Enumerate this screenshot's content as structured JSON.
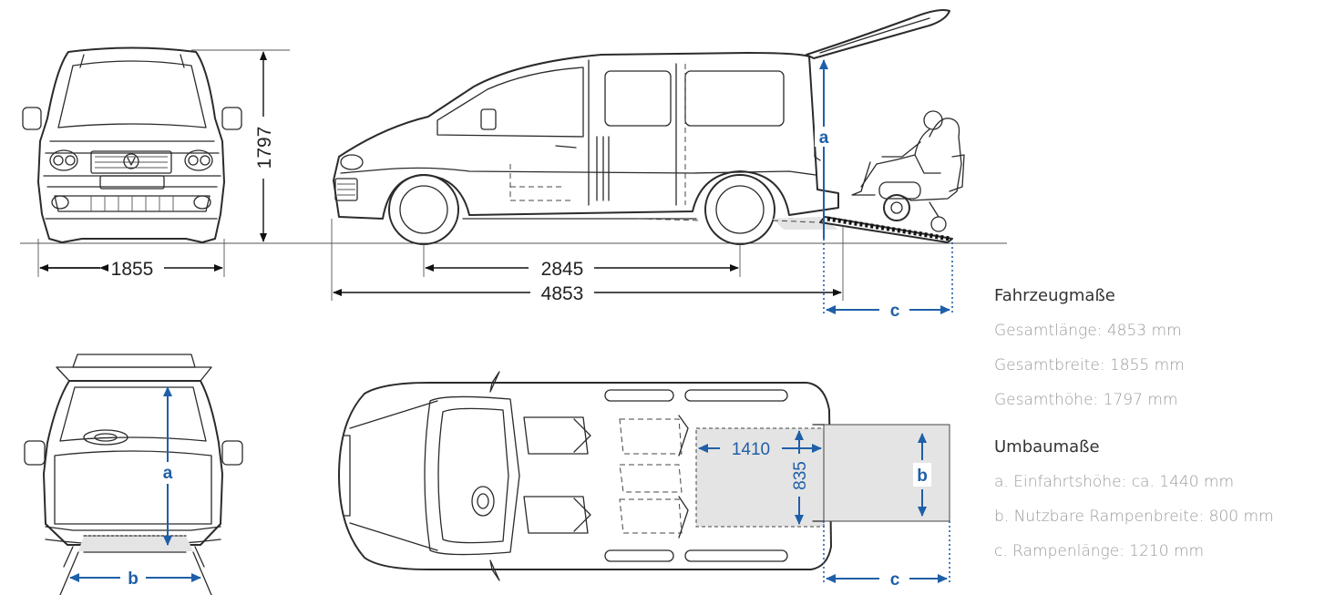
{
  "dimensions": {
    "width_label": "1855",
    "height_label": "1797",
    "wheelbase_label": "2845",
    "length_label": "4853",
    "ramp_inner_length_label": "1410",
    "ramp_inner_width_label": "835"
  },
  "markers": {
    "a": "a",
    "b": "b",
    "c": "c"
  },
  "info": {
    "vehicle_heading": "Fahrzeugmaße",
    "vehicle_items": [
      "Gesamtlänge: 4853 mm",
      "Gesamtbreite: 1855 mm",
      "Gesamthöhe: 1797 mm"
    ],
    "conversion_heading": "Umbaumaße",
    "conversion_items": [
      "a. Einfahrtshöhe: ca. 1440 mm",
      "b. Nutzbare Rampenbreite: 800 mm",
      "c. Rampenlänge: 1210 mm"
    ]
  },
  "colors": {
    "accent_blue": "#1f5fa8",
    "line": "#2b2b2b",
    "heading_text": "#333333",
    "item_text": "#9a9a9a",
    "ramp_fill": "#e4e4e4"
  }
}
